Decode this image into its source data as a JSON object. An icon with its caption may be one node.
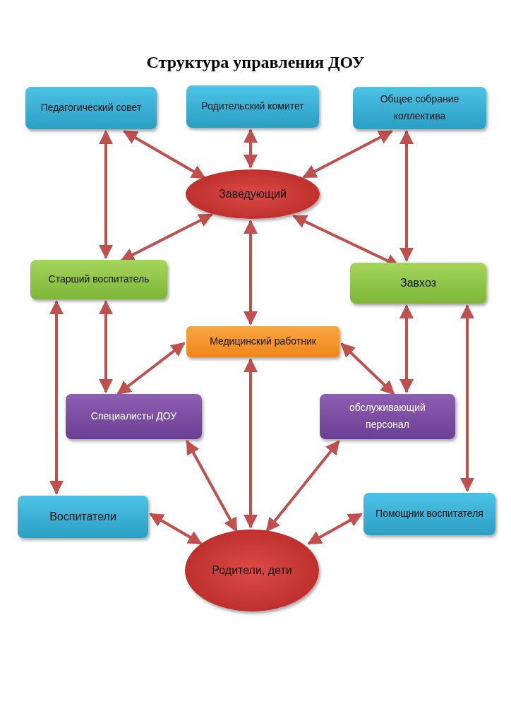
{
  "diagram": {
    "title": "Структура управления ДОУ",
    "nodes": [
      {
        "text": [
          "Педагогический совет"
        ]
      },
      {
        "text": [
          "Родительский комитет"
        ]
      },
      {
        "text": [
          "Общее собрание коллектива"
        ]
      },
      {
        "text": [
          "Заведующий"
        ]
      },
      {
        "text": [
          "Старший воспитатель"
        ]
      },
      {
        "text": [
          "Завхоз"
        ]
      },
      {
        "text": [
          "Медицинский работник"
        ]
      },
      {
        "text": [
          "Специалисты ДОУ"
        ]
      },
      {
        "text": [
          "обслуживающий персонал"
        ]
      },
      {
        "text": [
          "Воспитатели"
        ]
      },
      {
        "text": [
          "Помощник воспитателя"
        ]
      },
      {
        "text": [
          "Родители, дети"
        ]
      }
    ],
    "edges": [
      {
        "from": 0,
        "to": 3,
        "arrow": "both"
      },
      {
        "from": 0,
        "to": 4,
        "arrow": "both"
      },
      {
        "from": 1,
        "to": 3,
        "arrow": "both"
      },
      {
        "from": 2,
        "to": 3,
        "arrow": "both"
      },
      {
        "from": 2,
        "to": 5,
        "arrow": "both"
      },
      {
        "from": 3,
        "to": 4,
        "arrow": "both"
      },
      {
        "from": 3,
        "to": 5,
        "arrow": "both"
      },
      {
        "from": 3,
        "to": 6,
        "arrow": "both"
      },
      {
        "from": 4,
        "to": 7,
        "arrow": "both"
      },
      {
        "from": 4,
        "to": 9,
        "arrow": "both"
      },
      {
        "from": 5,
        "to": 8,
        "arrow": "both"
      },
      {
        "from": 5,
        "to": 10,
        "arrow": "both"
      },
      {
        "from": 6,
        "to": 7,
        "arrow": "both"
      },
      {
        "from": 6,
        "to": 8,
        "arrow": "both"
      },
      {
        "from": 6,
        "to": 11,
        "arrow": "both"
      },
      {
        "from": 7,
        "to": 11,
        "arrow": "both"
      },
      {
        "from": 8,
        "to": 11,
        "arrow": "both"
      },
      {
        "from": 9,
        "to": 11,
        "arrow": "both"
      },
      {
        "from": 10,
        "to": 11,
        "arrow": "both"
      }
    ]
  }
}
